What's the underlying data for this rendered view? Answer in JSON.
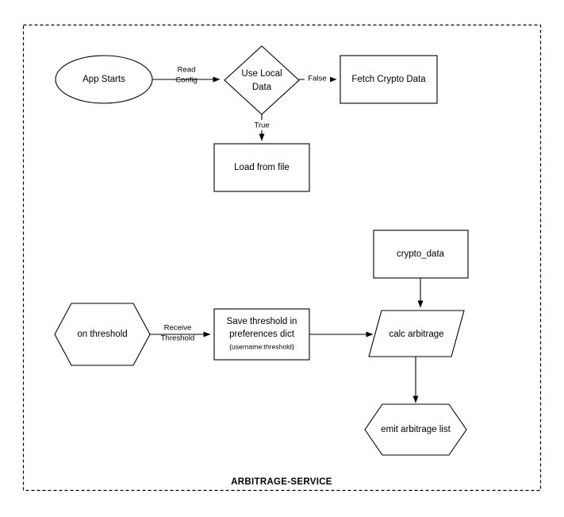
{
  "diagram": {
    "boundary_label": "ARBITRAGE-SERVICE",
    "stroke_color": "#000000",
    "fill_color": "#ffffff",
    "background": "#ffffff"
  },
  "nodes": {
    "app_starts": {
      "label": "App Starts",
      "shape": "ellipse"
    },
    "use_local_data": {
      "line1": "Use Local",
      "line2": "Data",
      "shape": "diamond"
    },
    "fetch_crypto_data": {
      "label": "Fetch Crypto Data",
      "shape": "rectangle"
    },
    "load_from_file": {
      "label": "Load from file",
      "shape": "rectangle"
    },
    "crypto_data": {
      "label": "crypto_data",
      "shape": "rectangle"
    },
    "on_threshold": {
      "label": "on threshold",
      "shape": "hexagon"
    },
    "save_threshold": {
      "line1": "Save threshold in",
      "line2": "preferences dict",
      "line3": "{username:threshold}",
      "shape": "rectangle"
    },
    "calc_arbitrage": {
      "label": "calc arbitrage",
      "shape": "parallelogram"
    },
    "emit_arbitrage_list": {
      "label": "emit arbitrage list",
      "shape": "hexagon"
    }
  },
  "edges": {
    "read_config": {
      "line1": "Read",
      "line2": "Config"
    },
    "false_branch": {
      "label": "False"
    },
    "true_branch": {
      "label": "True"
    },
    "receive_threshold": {
      "line1": "Receive",
      "line2": "Threshold"
    }
  }
}
